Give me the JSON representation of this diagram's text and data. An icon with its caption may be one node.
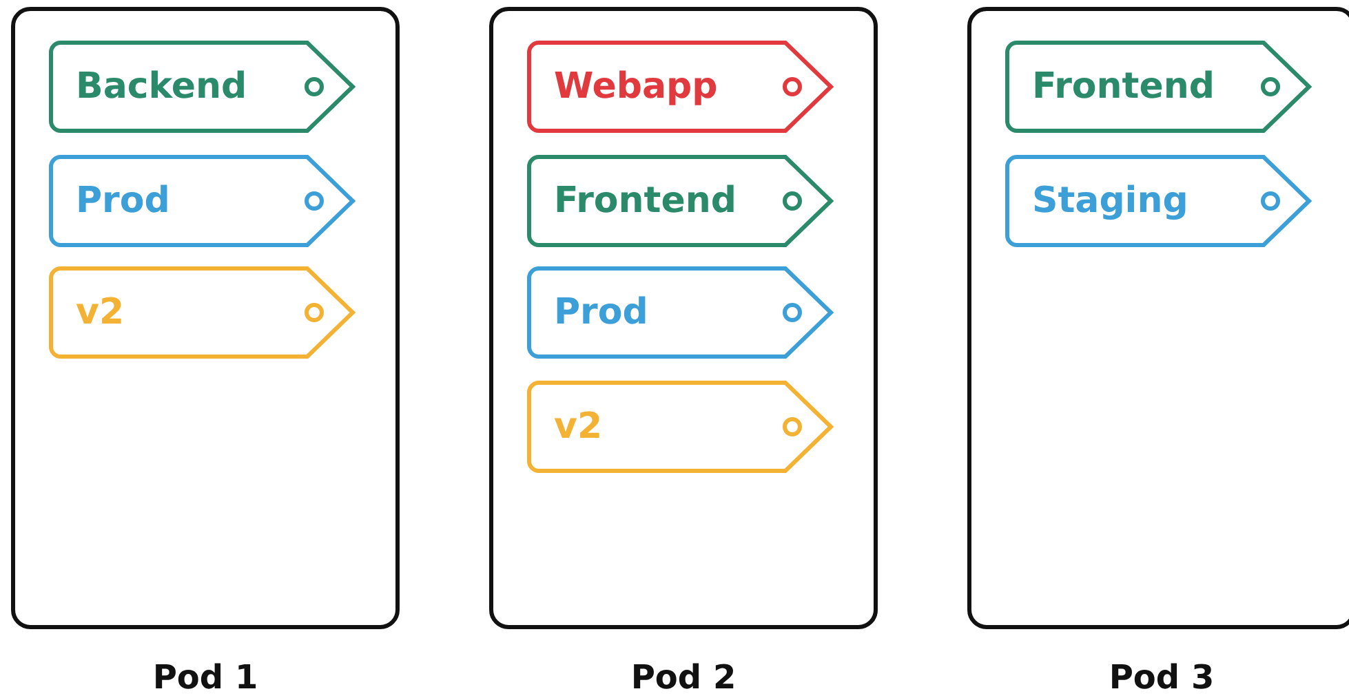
{
  "diagram": {
    "nodes": [
      {
        "text": [
          "Pod 1"
        ]
      },
      {
        "text": [
          "Backend"
        ],
        "in": 0
      },
      {
        "text": [
          "Prod"
        ],
        "in": 0
      },
      {
        "text": [
          "v2"
        ],
        "in": 0
      },
      {
        "text": [
          "Pod 2"
        ]
      },
      {
        "text": [
          "Webapp"
        ],
        "in": 4
      },
      {
        "text": [
          "Frontend"
        ],
        "in": 4
      },
      {
        "text": [
          "Prod"
        ],
        "in": 4
      },
      {
        "text": [
          "v2"
        ],
        "in": 4
      },
      {
        "text": [
          "Pod 3"
        ]
      },
      {
        "text": [
          "Frontend"
        ],
        "in": 9
      },
      {
        "text": [
          "Staging"
        ],
        "in": 9
      }
    ]
  }
}
